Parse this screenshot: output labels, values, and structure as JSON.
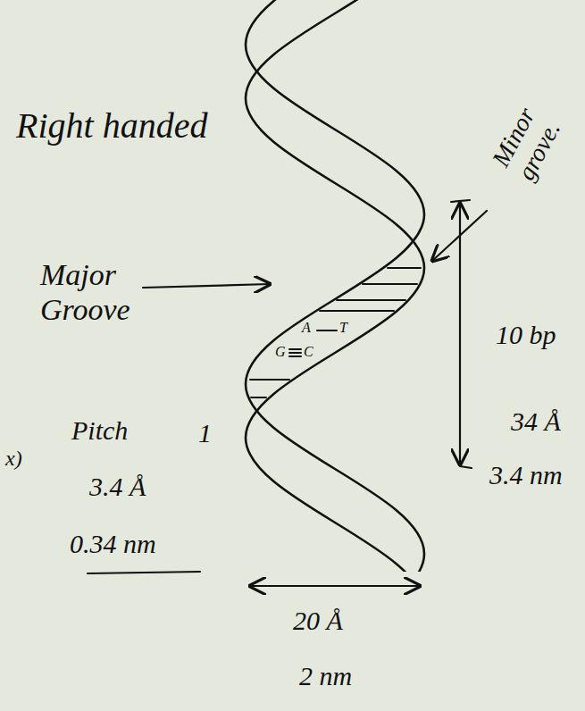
{
  "diagram": {
    "labels": [
      "Right handed",
      "Major Groove",
      "Minor grove.",
      "10 bp",
      "34 Å",
      "3.4 nm",
      "x)",
      "Pitch",
      "1",
      "3.4 Å",
      "0.34 nm",
      "20 Å",
      "2 nm",
      "A",
      "T",
      "G",
      "C"
    ]
  }
}
